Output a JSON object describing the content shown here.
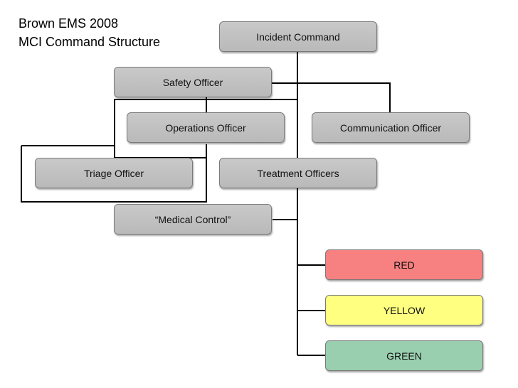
{
  "title": {
    "line1": "Brown EMS 2008",
    "line2": "MCI Command Structure"
  },
  "nodes": {
    "incident_command": "Incident Command",
    "safety_officer": "Safety Officer",
    "operations_officer": "Operations Officer",
    "communication_officer": "Communication Officer",
    "triage_officer": "Triage Officer",
    "treatment_officers": "Treatment Officers",
    "medical_control": "“Medical Control”",
    "red": "RED",
    "yellow": "YELLOW",
    "green": "GREEN"
  },
  "colors": {
    "node_grey": "#bfbfbf",
    "red": "#f78080",
    "yellow": "#ffff80",
    "green": "#99cfae",
    "connector": "#000000"
  }
}
